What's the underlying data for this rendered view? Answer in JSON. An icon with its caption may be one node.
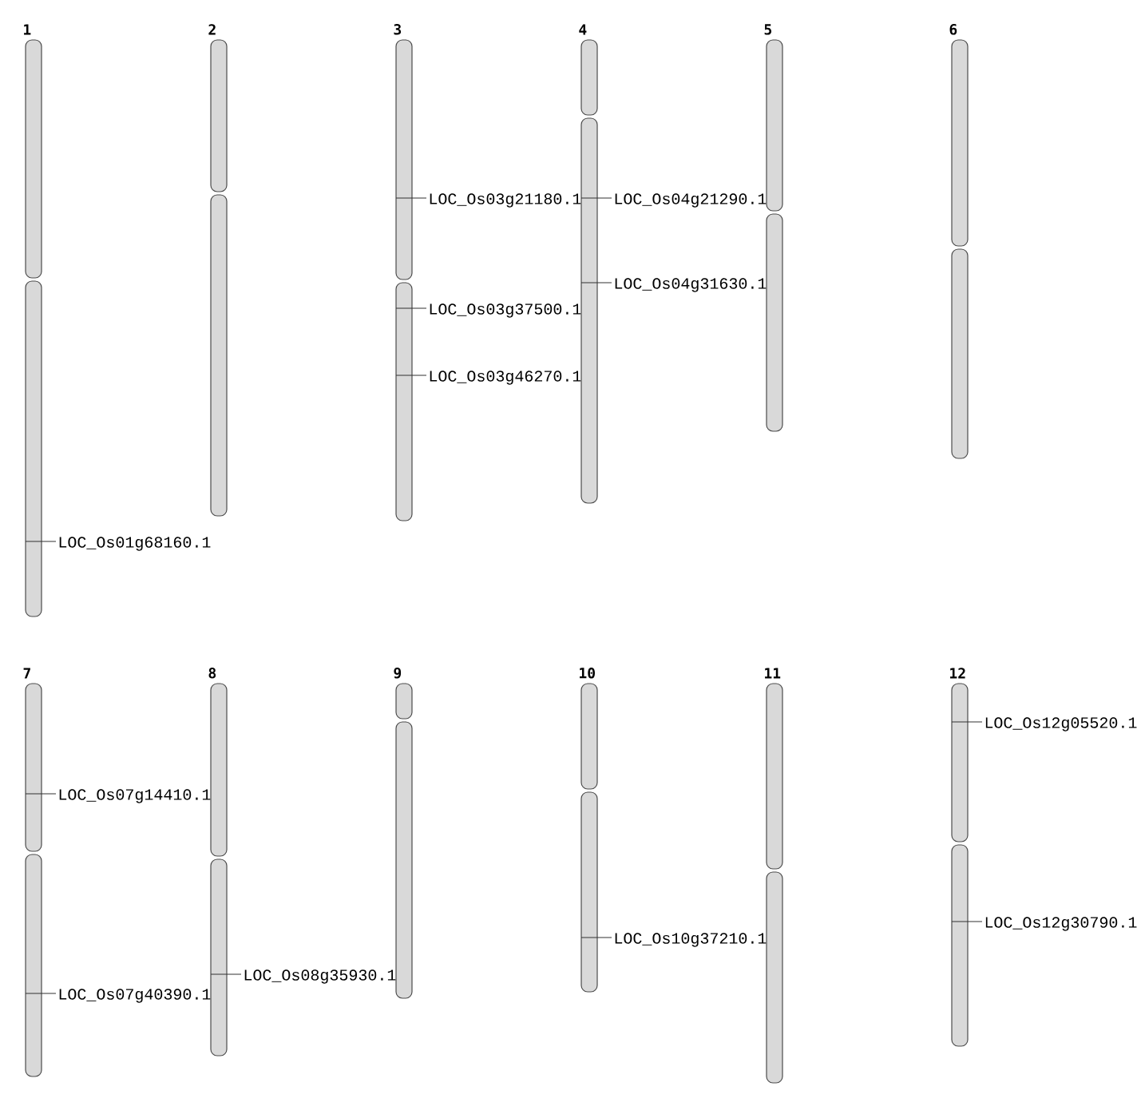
{
  "diagram": {
    "nodes": [
      {
        "text": [
          "1"
        ],
        "beside": [
          "LOC_Os01g68160.1"
        ]
      },
      {
        "text": [
          "2"
        ]
      },
      {
        "text": [
          "3"
        ],
        "beside": [
          "LOC_Os03g21180.1",
          "LOC_Os03g37500.1",
          "LOC_Os03g46270.1"
        ]
      },
      {
        "text": [
          "4"
        ],
        "beside": [
          "LOC_Os04g21290.1",
          "LOC_Os04g31630.1"
        ]
      },
      {
        "text": [
          "5"
        ]
      },
      {
        "text": [
          "6"
        ]
      },
      {
        "text": [
          "7"
        ],
        "beside": [
          "LOC_Os07g14410.1",
          "LOC_Os07g40390.1"
        ]
      },
      {
        "text": [
          "8"
        ],
        "beside": [
          "LOC_Os08g35930.1"
        ]
      },
      {
        "text": [
          "9"
        ]
      },
      {
        "text": [
          "10"
        ],
        "beside": [
          "LOC_Os10g37210.1"
        ]
      },
      {
        "text": [
          "11"
        ]
      },
      {
        "text": [
          "12"
        ],
        "beside": [
          "LOC_Os12g05520.1",
          "LOC_Os12g30790.1"
        ]
      }
    ]
  }
}
